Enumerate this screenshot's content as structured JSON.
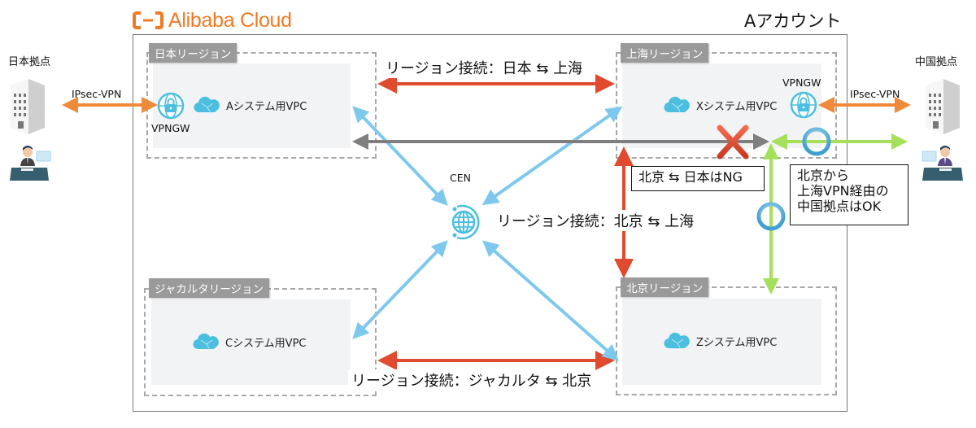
{
  "brand": {
    "logo_text": "Alibaba Cloud",
    "logo_icon": "alibaba-cloud-logo-icon"
  },
  "account": {
    "title": "Aアカウント"
  },
  "sites": {
    "japan": {
      "title": "日本拠点",
      "vpn_label": "IPsec-VPN"
    },
    "china": {
      "title": "中国拠点",
      "vpn_label": "IPsec-VPN"
    }
  },
  "regions": {
    "japan": {
      "label": "日本リージョン",
      "vpc": "Aシステム用VPC",
      "vpngw": "VPNGW"
    },
    "shanghai": {
      "label": "上海リージョン",
      "vpc": "Xシステム用VPC",
      "vpngw": "VPNGW"
    },
    "jakarta": {
      "label": "ジャカルタリージョン",
      "vpc": "Cシステム用VPC"
    },
    "beijing": {
      "label": "北京リージョン",
      "vpc": "Zシステム用VPC"
    }
  },
  "cen": {
    "label": "CEN"
  },
  "connections": {
    "japan_shanghai": "リージョン接続：日本 ⇆ 上海",
    "beijing_shanghai": "リージョン接続：北京 ⇆ 上海",
    "jakarta_beijing": "リージョン接続：ジャカルタ ⇆ 北京"
  },
  "notes": {
    "ng": "北京 ⇆ 日本はNG",
    "ok_lines": [
      "北京から",
      "上海VPN経由の",
      "中国拠点はOK"
    ]
  },
  "colors": {
    "brand_orange": "#f07a22",
    "region_connection": "#e04a2e",
    "cen_link": "#7ec8ee",
    "ipsec_vpn": "#ef8a3a",
    "blocked_path": "#7f7f7f",
    "allowed_path": "#a6e05a",
    "icon_blue": "#4cbfe0"
  }
}
